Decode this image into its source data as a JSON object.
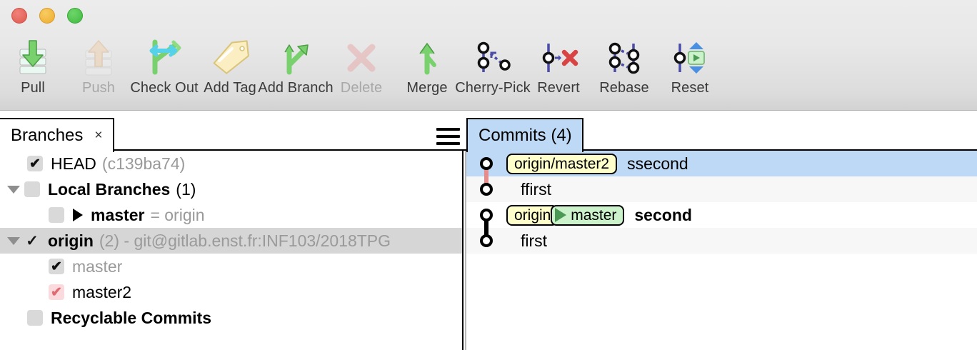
{
  "window": {
    "traffic_lights": [
      {
        "name": "close",
        "color": "#e0584f"
      },
      {
        "name": "minimize",
        "color": "#eeab2c"
      },
      {
        "name": "zoom",
        "color": "#3fb93f"
      }
    ]
  },
  "toolbar": {
    "buttons": [
      {
        "label": "Pull",
        "icon": "pull-icon",
        "enabled": true
      },
      {
        "label": "Push",
        "icon": "push-icon",
        "enabled": false
      },
      {
        "label": "Check Out",
        "icon": "checkout-icon",
        "enabled": true
      },
      {
        "label": "Add Tag",
        "icon": "tag-icon",
        "enabled": true
      },
      {
        "label": "Add Branch",
        "icon": "branch-icon",
        "enabled": true
      },
      {
        "label": "Delete",
        "icon": "delete-icon",
        "enabled": false
      },
      {
        "label": "Merge",
        "icon": "merge-icon",
        "enabled": true
      },
      {
        "label": "Cherry-Pick",
        "icon": "cherry-pick-icon",
        "enabled": true
      },
      {
        "label": "Revert",
        "icon": "revert-icon",
        "enabled": true
      },
      {
        "label": "Rebase",
        "icon": "rebase-icon",
        "enabled": true
      },
      {
        "label": "Reset",
        "icon": "reset-icon",
        "enabled": true
      }
    ]
  },
  "tabs": {
    "branches": {
      "label": "Branches",
      "close": "×"
    },
    "commits": {
      "label": "Commits (4)"
    },
    "menu_icon": "hamburger-icon"
  },
  "branches": {
    "rows": [
      {
        "indent": 1,
        "check": "✔",
        "check_style": "gray",
        "label": "HEAD",
        "bold": false,
        "suffix": "(c139ba74)",
        "suffix_dim": true,
        "arrow": false,
        "selected": false,
        "dim": false
      },
      {
        "indent": 0,
        "check": "",
        "check_style": "gray",
        "label": "Local Branches",
        "bold": true,
        "suffix": "(1)",
        "suffix_dim": false,
        "arrow": true,
        "selected": false,
        "dim": false
      },
      {
        "indent": 2,
        "check": "",
        "check_style": "gray",
        "label": "master",
        "bold": true,
        "suffix": "= origin",
        "suffix_dim": true,
        "arrow": false,
        "selected": false,
        "dim": false,
        "play": true
      },
      {
        "indent": 0,
        "check": "✓",
        "check_style": "bare",
        "label": "origin",
        "bold": true,
        "suffix": "(2) - git@gitlab.enst.fr:INF103/2018TPG",
        "suffix_dim": true,
        "arrow": true,
        "selected": true,
        "dim": false
      },
      {
        "indent": 2,
        "check": "✔",
        "check_style": "gray",
        "label": "master",
        "bold": false,
        "suffix": "",
        "suffix_dim": false,
        "arrow": false,
        "selected": false,
        "dim": true
      },
      {
        "indent": 2,
        "check": "✔",
        "check_style": "pink",
        "label": "master2",
        "bold": false,
        "suffix": "",
        "suffix_dim": false,
        "arrow": false,
        "selected": false,
        "dim": false
      },
      {
        "indent": 1,
        "check": "",
        "check_style": "gray",
        "label": "Recyclable Commits",
        "bold": true,
        "suffix": "",
        "suffix_dim": false,
        "arrow": false,
        "selected": false,
        "dim": false
      }
    ]
  },
  "commits": {
    "rows": [
      {
        "message": "ssecond",
        "message_bold": false,
        "row_style": "selected",
        "edge_down": "red",
        "edge_up": "none",
        "refs": [
          {
            "text": "origin/master2",
            "color": "yellow",
            "play": false,
            "clipped": false
          }
        ]
      },
      {
        "message": "ffirst",
        "message_bold": false,
        "row_style": "alt",
        "edge_down": "none",
        "edge_up": "red",
        "refs": []
      },
      {
        "message": "second",
        "message_bold": true,
        "row_style": "plain",
        "edge_down": "black",
        "edge_up": "none",
        "refs": [
          {
            "text": "origin/",
            "color": "yellow",
            "play": false,
            "clipped": true
          },
          {
            "text": "master",
            "color": "green",
            "play": true,
            "clipped": false
          }
        ]
      },
      {
        "message": "first",
        "message_bold": false,
        "row_style": "alt",
        "edge_down": "none",
        "edge_up": "black",
        "refs": []
      }
    ]
  },
  "colors": {
    "selection_blue": "#bdd9f5",
    "row_alt": "#f7f7f7",
    "branch_selection_gray": "#d6d6d6",
    "ref_yellow": "#ffffcc",
    "ref_green": "#ccf2cc",
    "graph_red_edge": "#e58d8d",
    "graph_black_edge": "#000000"
  }
}
